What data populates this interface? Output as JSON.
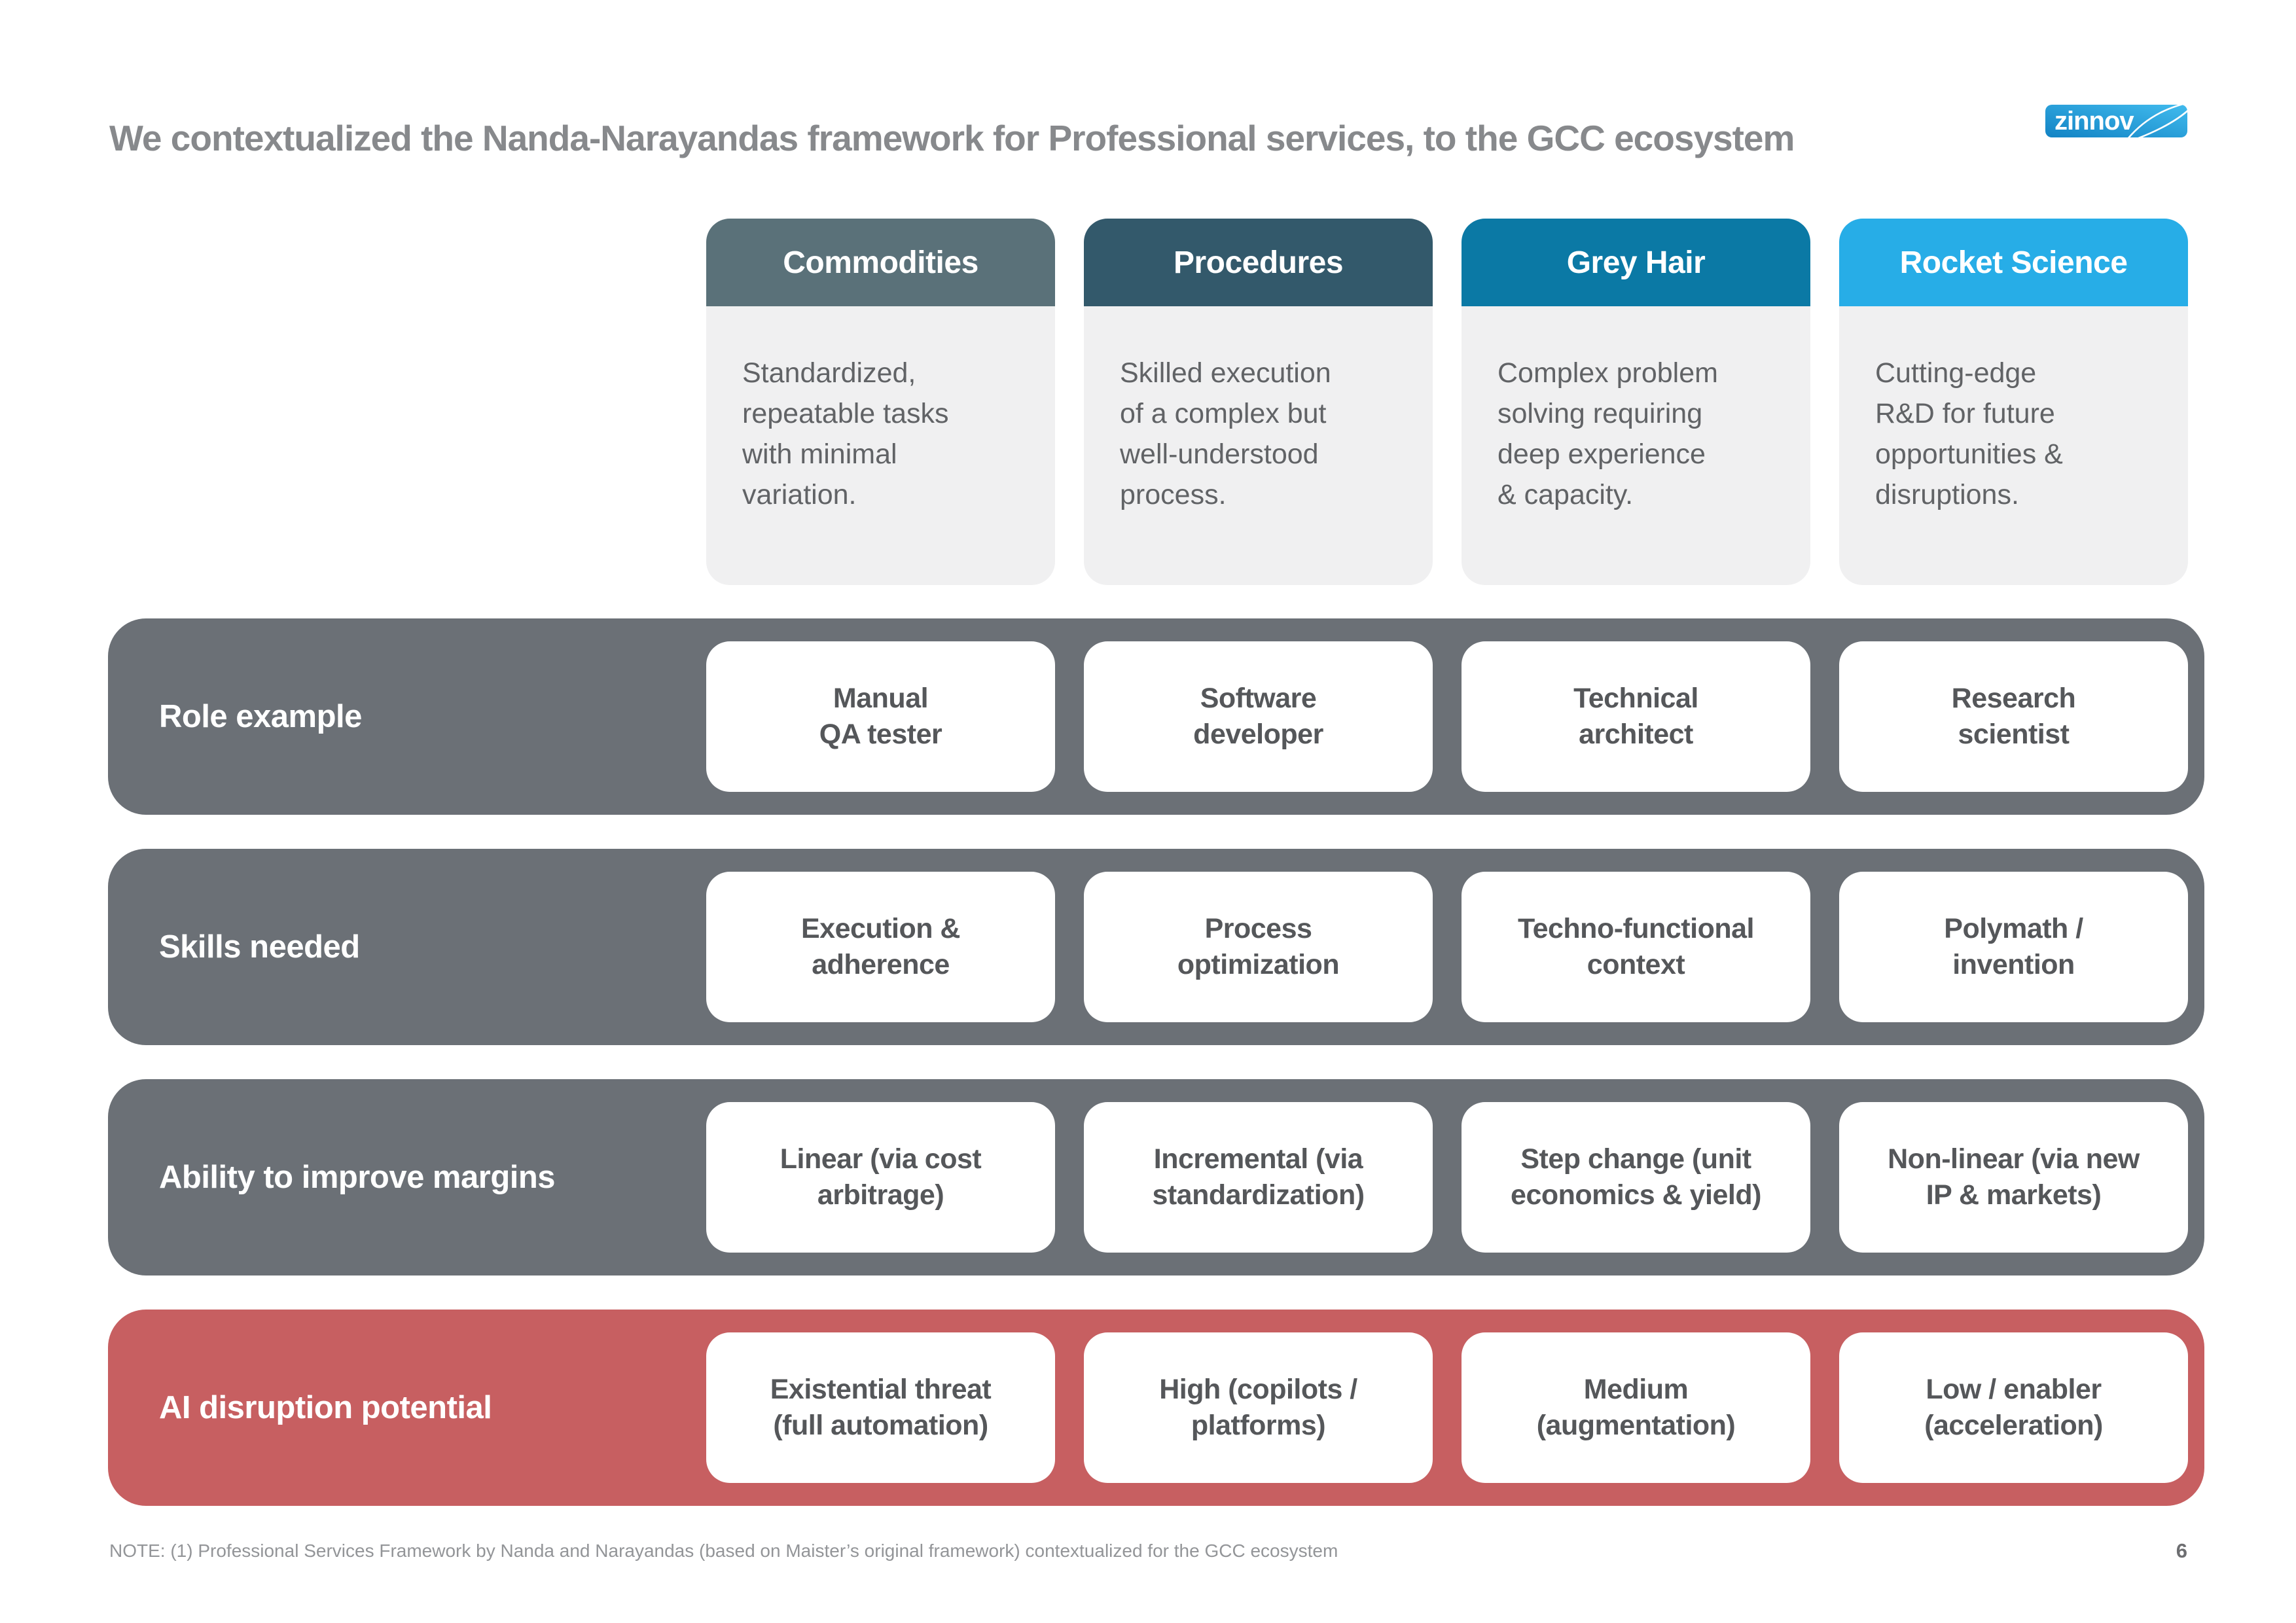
{
  "header": {
    "title": "We contextualized the Nanda-Narayandas framework for Professional services, to the GCC ecosystem",
    "logo_text": "zinnov"
  },
  "colors": {
    "logo_gradient_start": "#1283c4",
    "logo_gradient_end": "#41bbee",
    "band_grey": "#6b7076",
    "band_red": "#c75f61"
  },
  "columns": [
    {
      "label": "Commodities",
      "color": "#5a7179",
      "description": "Standardized,\nrepeatable tasks\nwith minimal\nvariation."
    },
    {
      "label": "Procedures",
      "color": "#33596b",
      "description": "Skilled execution\nof a complex but\nwell-understood\nprocess."
    },
    {
      "label": "Grey Hair",
      "color": "#0b79a5",
      "description": "Complex problem\nsolving requiring\ndeep experience\n& capacity."
    },
    {
      "label": "Rocket Science",
      "color": "#27ade7",
      "description": "Cutting-edge\nR&D for future\nopportunities &\ndisruptions."
    }
  ],
  "rows": [
    {
      "label": "Role example",
      "color": "#6b7076",
      "cells": [
        "Manual\nQA tester",
        "Software\ndeveloper",
        "Technical\narchitect",
        "Research\nscientist"
      ]
    },
    {
      "label": "Skills needed",
      "color": "#6b7076",
      "cells": [
        "Execution &\nadherence",
        "Process\noptimization",
        "Techno-functional\ncontext",
        "Polymath /\ninvention"
      ]
    },
    {
      "label": "Ability to improve margins",
      "color": "#6b7076",
      "cells": [
        "Linear (via cost\narbitrage)",
        "Incremental (via\nstandardization)",
        "Step change (unit\neconomics & yield)",
        "Non-linear (via new\nIP & markets)"
      ]
    },
    {
      "label": "AI disruption potential",
      "color": "#c75f61",
      "cells": [
        "Existential threat\n(full automation)",
        "High (copilots /\nplatforms)",
        "Medium\n(augmentation)",
        "Low / enabler\n(acceleration)"
      ]
    }
  ],
  "footer": {
    "note": "NOTE: (1) Professional Services Framework by Nanda and Narayandas (based on Maister’s original framework) contextualized for the GCC ecosystem",
    "page_number": "6"
  }
}
